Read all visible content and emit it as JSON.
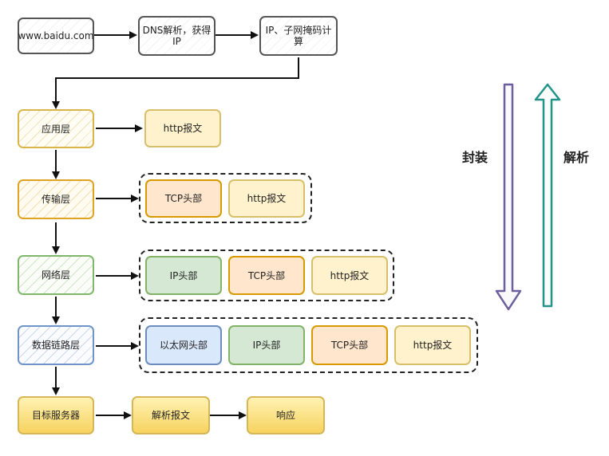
{
  "top_flow": [
    {
      "id": "url",
      "label": "www.baidu.com"
    },
    {
      "id": "dns",
      "label": "DNS解析，获得\nIP"
    },
    {
      "id": "ip",
      "label": "IP、子网掩码计\n算"
    }
  ],
  "layers": [
    {
      "id": "app",
      "label": "应用层"
    },
    {
      "id": "transport",
      "label": "传输层"
    },
    {
      "id": "network",
      "label": "网络层"
    },
    {
      "id": "datalink",
      "label": "数据链路层"
    }
  ],
  "packets": {
    "app": [
      "http报文"
    ],
    "transport": [
      "TCP头部",
      "http报文"
    ],
    "network": [
      "IP头部",
      "TCP头部",
      "http报文"
    ],
    "datalink": [
      "以太网头部",
      "IP头部",
      "TCP头部",
      "http报文"
    ]
  },
  "bottom_flow": [
    {
      "id": "server",
      "label": "目标服务器"
    },
    {
      "id": "parse",
      "label": "解析报文"
    },
    {
      "id": "respond",
      "label": "响应"
    }
  ],
  "side": {
    "encapsulate_label": "封装",
    "parse_label": "解析",
    "encapsulate_color": "#6c5f9e",
    "parse_color": "#24948a"
  }
}
